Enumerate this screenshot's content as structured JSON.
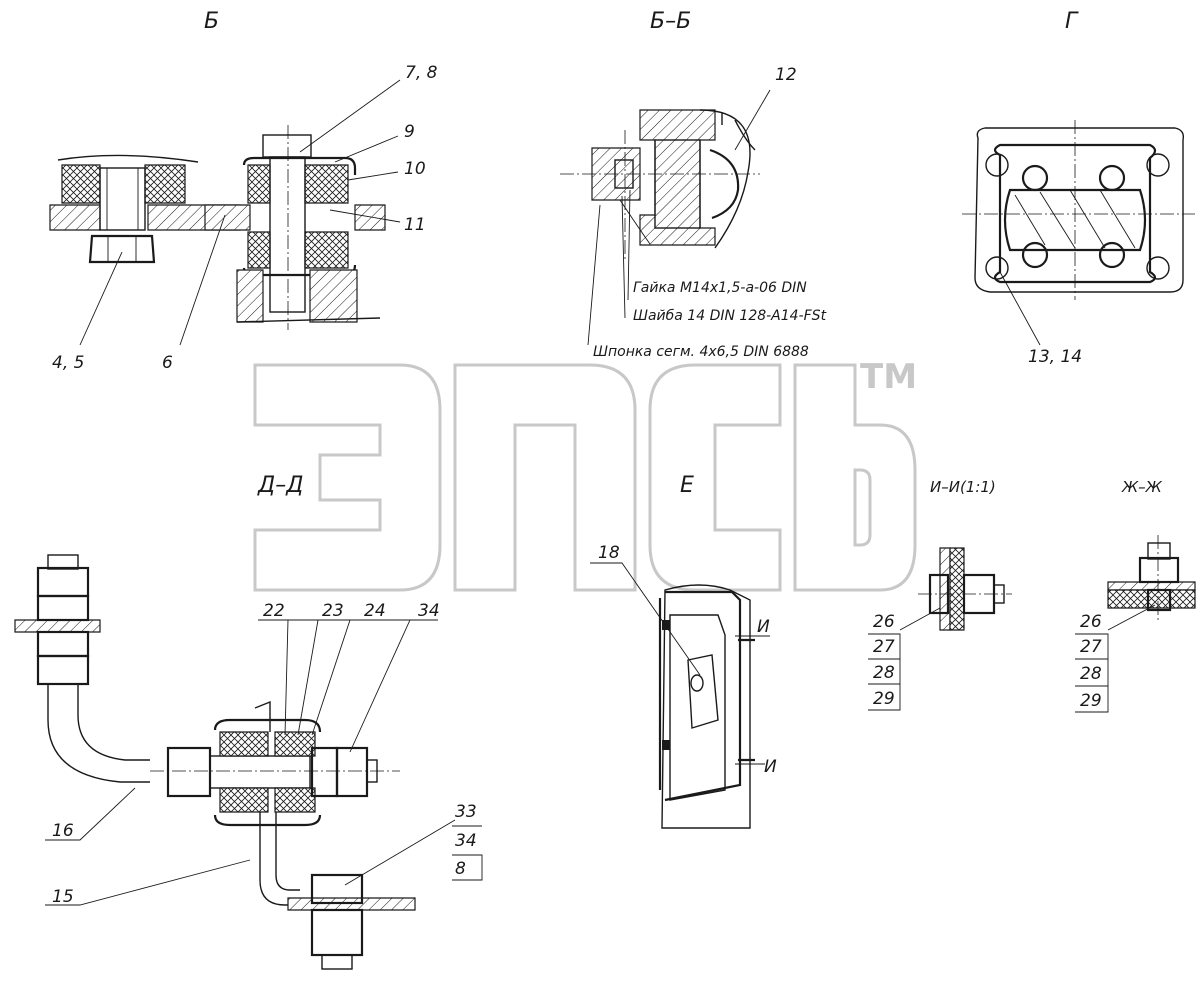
{
  "views": {
    "b": {
      "title": "Б",
      "callouts": [
        "7, 8",
        "9",
        "10",
        "11",
        "4, 5",
        "6"
      ]
    },
    "bb": {
      "title": "Б–Б",
      "callouts": [
        "12"
      ],
      "notes": [
        "Гайка М14х1,5-а-06 DIN",
        "Шайба 14 DIN 128-А14-FSt",
        "Шпонка сегм. 4х6,5 DIN 6888"
      ]
    },
    "g": {
      "title": "Г",
      "callouts": [
        "13, 14"
      ]
    },
    "dd": {
      "title": "Д–Д",
      "callouts": [
        "22",
        "23",
        "24",
        "34",
        "16",
        "15"
      ],
      "stack": [
        "33",
        "34",
        "8"
      ]
    },
    "e": {
      "title": "Е",
      "callouts": [
        "18"
      ],
      "section_marks": [
        "И",
        "И"
      ]
    },
    "ii": {
      "title": "И–И(1:1)",
      "stack": [
        "26",
        "27",
        "28",
        "29"
      ]
    },
    "zhzh": {
      "title": "Ж–Ж",
      "stack": [
        "26",
        "27",
        "28",
        "29"
      ]
    }
  },
  "watermark": {
    "text": "ЭПСЬ",
    "mark": "TM"
  },
  "colors": {
    "ink": "#1a1a1a",
    "watermark": "#c8c8c8",
    "paper": "#ffffff"
  }
}
